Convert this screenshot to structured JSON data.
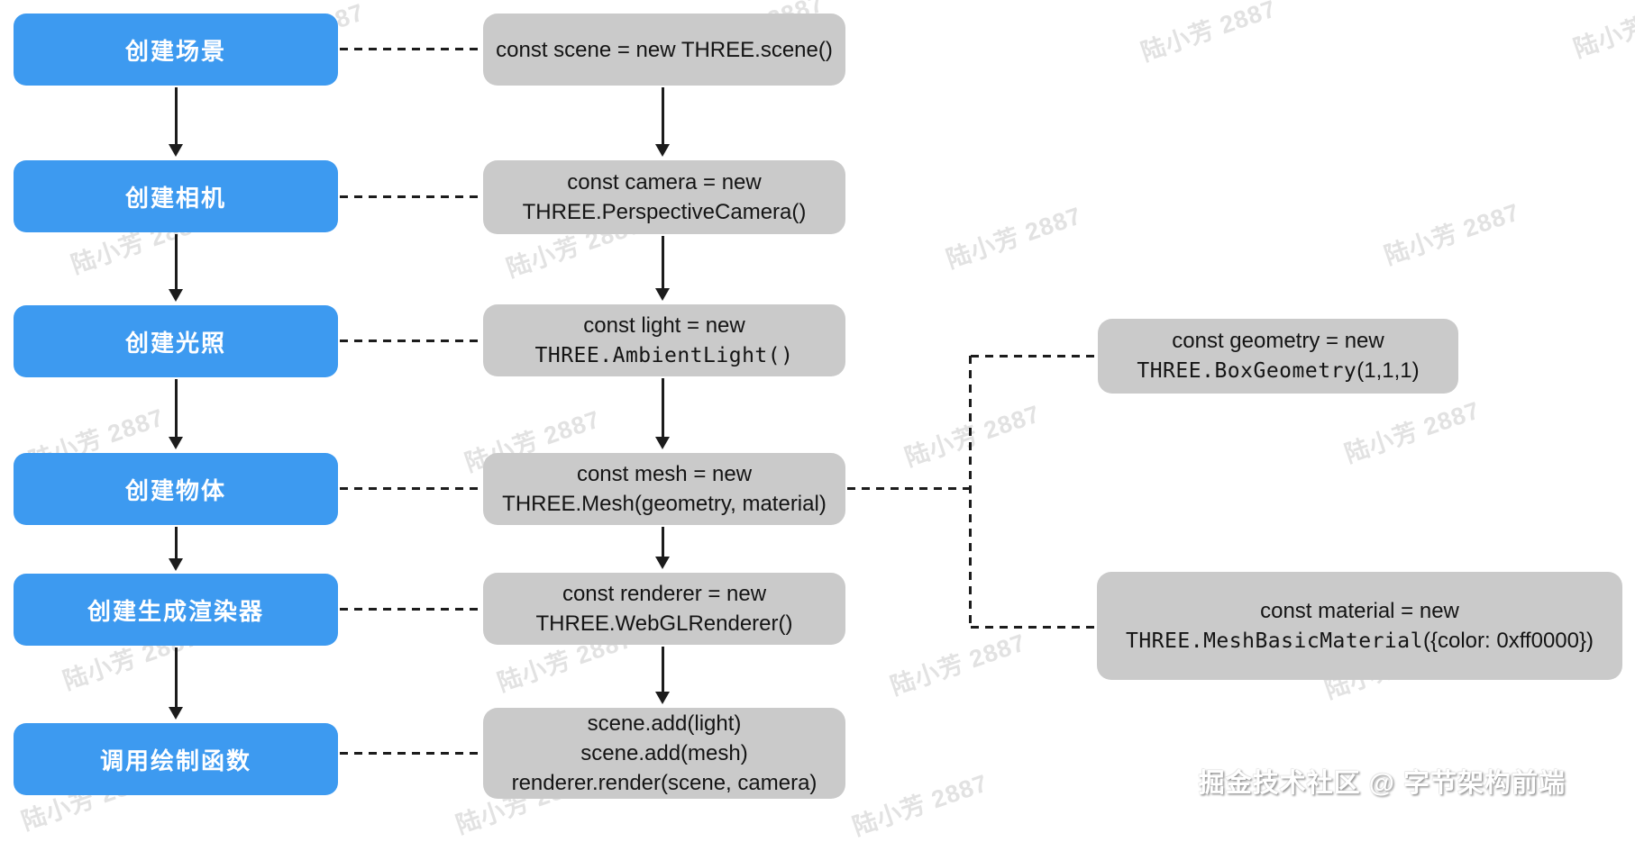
{
  "watermark_text": "陆小芳 2887",
  "credit_text": "掘金技术社区 @ 字节架构前端",
  "colors": {
    "node_blue": "#3d9af0",
    "node_gray": "#cacaca",
    "connector_black": "#1c1c1c",
    "watermark_gray": "#e2e2e2",
    "background": "#ffffff"
  },
  "steps": [
    {
      "label": "创建场景"
    },
    {
      "label": "创建相机"
    },
    {
      "label": "创建光照"
    },
    {
      "label": "创建物体"
    },
    {
      "label": "创建生成渲染器"
    },
    {
      "label": "调用绘制函数"
    }
  ],
  "code": [
    {
      "lines": [
        [
          {
            "t": "const scene = new THREE.scene()"
          }
        ]
      ]
    },
    {
      "lines": [
        [
          {
            "t": "const camera = new"
          }
        ],
        [
          {
            "t": "THREE.PerspectiveCamera()"
          }
        ]
      ]
    },
    {
      "lines": [
        [
          {
            "t": "const light = new"
          }
        ],
        [
          {
            "t": "THREE.AmbientLight()",
            "mono": true
          }
        ]
      ]
    },
    {
      "lines": [
        [
          {
            "t": "const mesh = new"
          }
        ],
        [
          {
            "t": "THREE.Mesh(geometry, material)"
          }
        ]
      ]
    },
    {
      "lines": [
        [
          {
            "t": "const renderer = new"
          }
        ],
        [
          {
            "t": "THREE.WebGLRenderer()"
          }
        ]
      ]
    },
    {
      "lines": [
        [
          {
            "t": "scene.add(light)"
          }
        ],
        [
          {
            "t": "scene.add(mesh)"
          }
        ],
        [
          {
            "t": "renderer.render(scene, camera)"
          }
        ]
      ]
    }
  ],
  "side": [
    {
      "lines": [
        [
          {
            "t": "const geometry = new"
          }
        ],
        [
          {
            "t": "THREE.BoxGeometry",
            "mono": true
          },
          {
            "t": "(1,1,1)"
          }
        ]
      ]
    },
    {
      "lines": [
        [
          {
            "t": "const material = new"
          }
        ],
        [
          {
            "t": "THREE.MeshBasicMaterial",
            "mono": true
          },
          {
            "t": "({color: 0xff0000})"
          }
        ]
      ]
    }
  ]
}
